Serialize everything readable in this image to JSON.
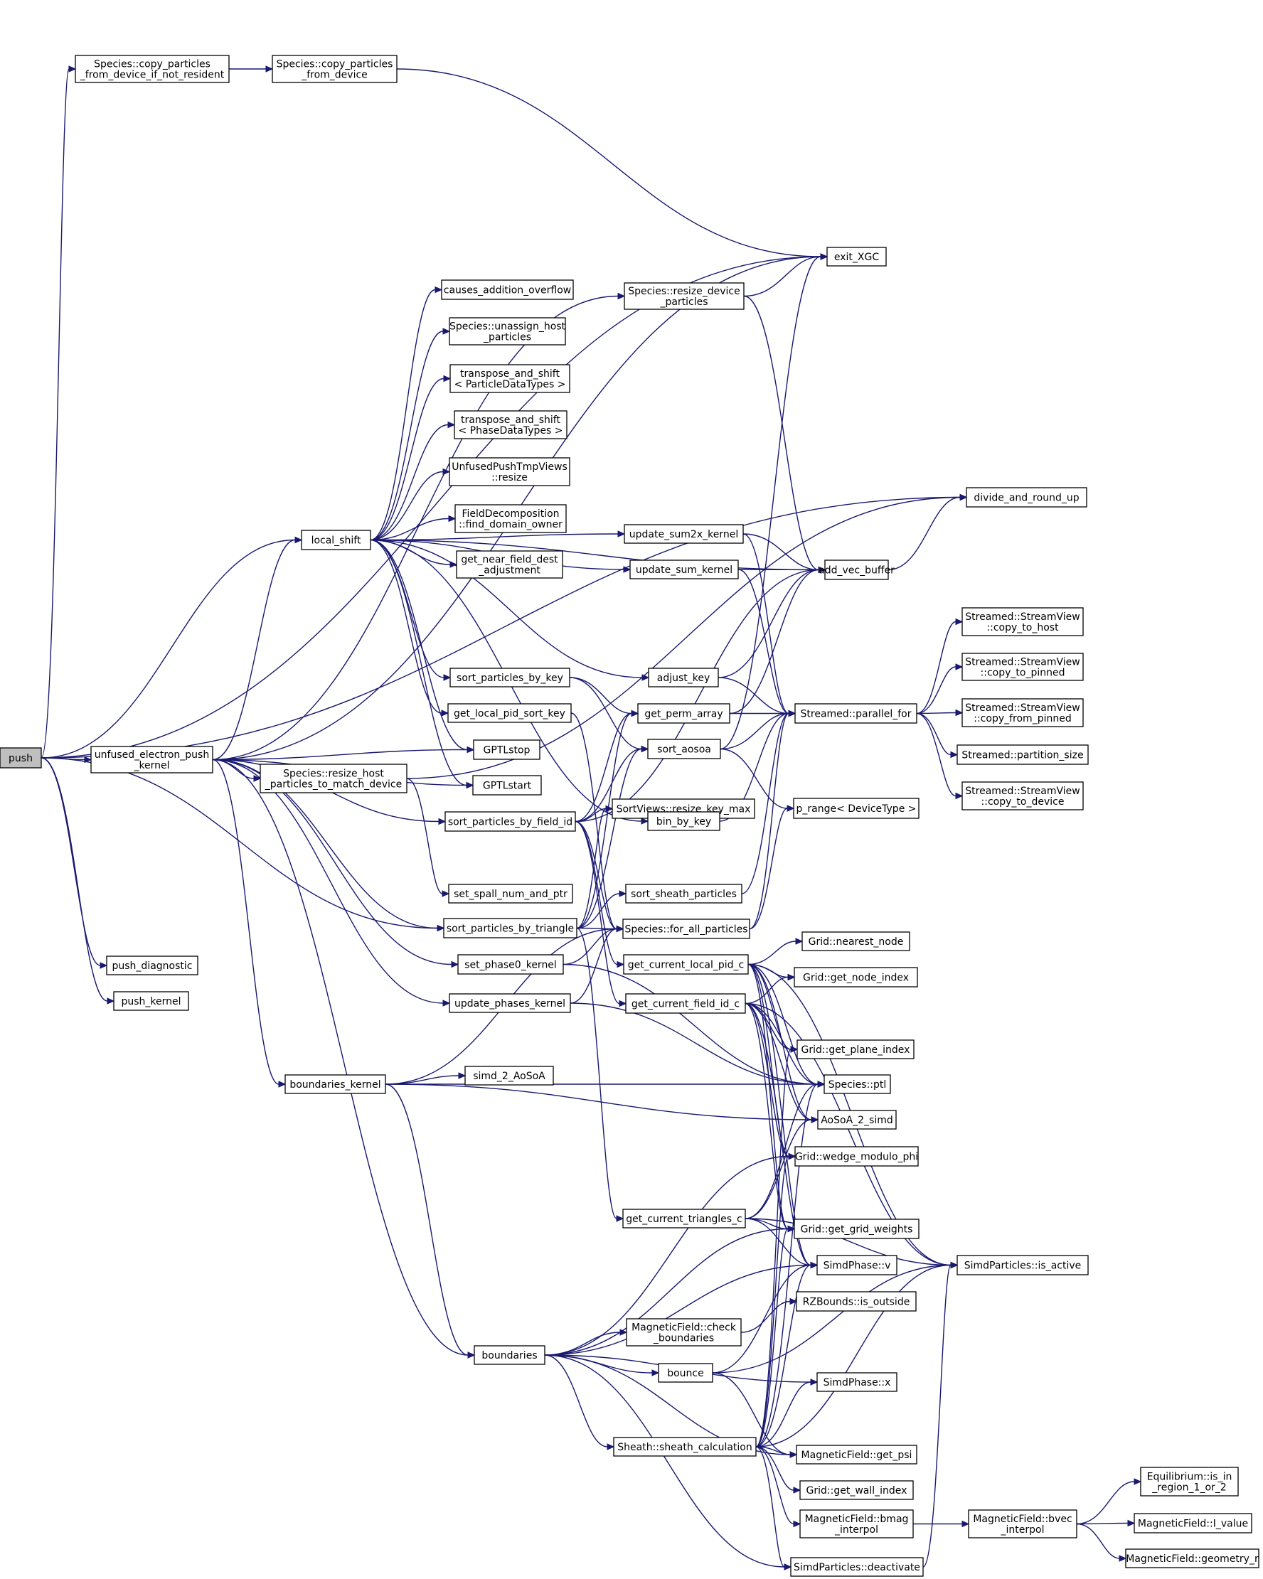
{
  "graph": {
    "kind": "call graph",
    "edge_color": "#191970",
    "root_fill": "#bfbfbf",
    "nodes": [
      {
        "id": "push",
        "label": [
          "push"
        ]
      },
      {
        "id": "unfused",
        "label": [
          "unfused_electron_push",
          "_kernel"
        ]
      },
      {
        "id": "copy_nr",
        "label": [
          "Species::copy_particles",
          "_from_device_if_not_resident"
        ]
      },
      {
        "id": "copy_fd",
        "label": [
          "Species::copy_particles",
          "_from_device"
        ]
      },
      {
        "id": "exit_xgc",
        "label": [
          "exit_XGC"
        ]
      },
      {
        "id": "divide",
        "label": [
          "divide_and_round_up"
        ]
      },
      {
        "id": "resize_dev",
        "label": [
          "Species::resize_device",
          "_particles"
        ]
      },
      {
        "id": "causes",
        "label": [
          "causes_addition_overflow"
        ]
      },
      {
        "id": "unassign",
        "label": [
          "Species::unassign_host",
          "_particles"
        ]
      },
      {
        "id": "tas_pdt",
        "label": [
          "transpose_and_shift",
          "< ParticleDataTypes >"
        ]
      },
      {
        "id": "tas_phdt",
        "label": [
          "transpose_and_shift",
          "< PhaseDataTypes >"
        ]
      },
      {
        "id": "unfused_resize",
        "label": [
          "UnfusedPushTmpViews",
          "::resize"
        ]
      },
      {
        "id": "find_owner",
        "label": [
          "FieldDecomposition",
          "::find_domain_owner"
        ]
      },
      {
        "id": "near_field",
        "label": [
          "get_near_field_dest",
          "_adjustment"
        ]
      },
      {
        "id": "local_shift",
        "label": [
          "local_shift"
        ]
      },
      {
        "id": "upd_sum2x",
        "label": [
          "update_sum2x_kernel"
        ]
      },
      {
        "id": "upd_sum",
        "label": [
          "update_sum_kernel"
        ]
      },
      {
        "id": "add_vec",
        "label": [
          "add_vec_buffer"
        ]
      },
      {
        "id": "sv_host",
        "label": [
          "Streamed::StreamView",
          "::copy_to_host"
        ]
      },
      {
        "id": "sv_pinned",
        "label": [
          "Streamed::StreamView",
          "::copy_to_pinned"
        ]
      },
      {
        "id": "sv_from_pinned",
        "label": [
          "Streamed::StreamView",
          "::copy_from_pinned"
        ]
      },
      {
        "id": "part_size",
        "label": [
          "Streamed::partition_size"
        ]
      },
      {
        "id": "sv_device",
        "label": [
          "Streamed::StreamView",
          "::copy_to_device"
        ]
      },
      {
        "id": "par_for",
        "label": [
          "Streamed::parallel_for"
        ]
      },
      {
        "id": "adjust_key",
        "label": [
          "adjust_key"
        ]
      },
      {
        "id": "sort_by_key",
        "label": [
          "sort_particles_by_key"
        ]
      },
      {
        "id": "local_pid_key",
        "label": [
          "get_local_pid_sort_key"
        ]
      },
      {
        "id": "perm",
        "label": [
          "get_perm_array"
        ]
      },
      {
        "id": "sort_aosoa",
        "label": [
          "sort_aosoa"
        ]
      },
      {
        "id": "gptl_stop",
        "label": [
          "GPTLstop"
        ]
      },
      {
        "id": "gptl_start",
        "label": [
          "GPTLstart"
        ]
      },
      {
        "id": "resize_host",
        "label": [
          "Species::resize_host",
          "_particles_to_match_device"
        ]
      },
      {
        "id": "resize_key",
        "label": [
          "SortViews::resize_key_max"
        ]
      },
      {
        "id": "sort_field",
        "label": [
          "sort_particles_by_field_id"
        ]
      },
      {
        "id": "bin_key",
        "label": [
          "bin_by_key"
        ]
      },
      {
        "id": "p_range",
        "label": [
          "p_range< DeviceType >"
        ]
      },
      {
        "id": "spall",
        "label": [
          "set_spall_num_and_ptr"
        ]
      },
      {
        "id": "sort_sheath",
        "label": [
          "sort_sheath_particles"
        ]
      },
      {
        "id": "sort_tri",
        "label": [
          "sort_particles_by_triangle"
        ]
      },
      {
        "id": "for_all",
        "label": [
          "Species::for_all_particles"
        ]
      },
      {
        "id": "push_diag",
        "label": [
          "push_diagnostic"
        ]
      },
      {
        "id": "push_kernel",
        "label": [
          "push_kernel"
        ]
      },
      {
        "id": "set_phase0",
        "label": [
          "set_phase0_kernel"
        ]
      },
      {
        "id": "cur_local_pid",
        "label": [
          "get_current_local_pid_c"
        ]
      },
      {
        "id": "nearest",
        "label": [
          "Grid::nearest_node"
        ]
      },
      {
        "id": "node_index",
        "label": [
          "Grid::get_node_index"
        ]
      },
      {
        "id": "upd_phases",
        "label": [
          "update_phases_kernel"
        ]
      },
      {
        "id": "cur_field",
        "label": [
          "get_current_field_id_c"
        ]
      },
      {
        "id": "plane_index",
        "label": [
          "Grid::get_plane_index"
        ]
      },
      {
        "id": "bnd_kernel",
        "label": [
          "boundaries_kernel"
        ]
      },
      {
        "id": "simd2aosoa",
        "label": [
          "simd_2_AoSoA"
        ]
      },
      {
        "id": "ptl",
        "label": [
          "Species::ptl"
        ]
      },
      {
        "id": "aosoa2simd",
        "label": [
          "AoSoA_2_simd"
        ]
      },
      {
        "id": "wedge",
        "label": [
          "Grid::wedge_modulo_phi"
        ]
      },
      {
        "id": "cur_tri",
        "label": [
          "get_current_triangles_c"
        ]
      },
      {
        "id": "grid_weights",
        "label": [
          "Grid::get_grid_weights"
        ]
      },
      {
        "id": "simd_v",
        "label": [
          "SimdPhase::v"
        ]
      },
      {
        "id": "is_active",
        "label": [
          "SimdParticles::is_active"
        ]
      },
      {
        "id": "rz_outside",
        "label": [
          "RZBounds::is_outside"
        ]
      },
      {
        "id": "mf_check",
        "label": [
          "MagneticField::check",
          "_boundaries"
        ]
      },
      {
        "id": "boundaries",
        "label": [
          "boundaries"
        ]
      },
      {
        "id": "bounce",
        "label": [
          "bounce"
        ]
      },
      {
        "id": "simd_x",
        "label": [
          "SimdPhase::x"
        ]
      },
      {
        "id": "sheath",
        "label": [
          "Sheath::sheath_calculation"
        ]
      },
      {
        "id": "get_psi",
        "label": [
          "MagneticField::get_psi"
        ]
      },
      {
        "id": "wall_index",
        "label": [
          "Grid::get_wall_index"
        ]
      },
      {
        "id": "bmag",
        "label": [
          "MagneticField::bmag",
          "_interpol"
        ]
      },
      {
        "id": "bvec",
        "label": [
          "MagneticField::bvec",
          "_interpol"
        ]
      },
      {
        "id": "eq_region",
        "label": [
          "Equilibrium::is_in",
          "_region_1_or_2"
        ]
      },
      {
        "id": "i_value",
        "label": [
          "MagneticField::I_value"
        ]
      },
      {
        "id": "geometry_r",
        "label": [
          "MagneticField::geometry_r"
        ]
      },
      {
        "id": "deactivate",
        "label": [
          "SimdParticles::deactivate"
        ]
      }
    ],
    "edges": [
      [
        "push",
        "unfused"
      ],
      [
        "push",
        "copy_nr"
      ],
      [
        "push",
        "exit_xgc"
      ],
      [
        "push",
        "divide"
      ],
      [
        "push",
        "local_shift"
      ],
      [
        "push",
        "sort_tri"
      ],
      [
        "push",
        "push_diag"
      ],
      [
        "push",
        "push_kernel"
      ],
      [
        "copy_nr",
        "copy_fd"
      ],
      [
        "copy_fd",
        "exit_xgc"
      ],
      [
        "unfused",
        "local_shift"
      ],
      [
        "unfused",
        "exit_xgc"
      ],
      [
        "unfused",
        "resize_dev"
      ],
      [
        "unfused",
        "gptl_stop"
      ],
      [
        "unfused",
        "gptl_start"
      ],
      [
        "unfused",
        "resize_host"
      ],
      [
        "unfused",
        "sort_field"
      ],
      [
        "unfused",
        "sort_tri"
      ],
      [
        "unfused",
        "set_phase0"
      ],
      [
        "unfused",
        "upd_phases"
      ],
      [
        "unfused",
        "bnd_kernel"
      ],
      [
        "unfused",
        "boundaries"
      ],
      [
        "local_shift",
        "causes"
      ],
      [
        "local_shift",
        "unassign"
      ],
      [
        "local_shift",
        "tas_pdt"
      ],
      [
        "local_shift",
        "tas_phdt"
      ],
      [
        "local_shift",
        "unfused_resize"
      ],
      [
        "local_shift",
        "find_owner"
      ],
      [
        "local_shift",
        "near_field"
      ],
      [
        "local_shift",
        "upd_sum2x"
      ],
      [
        "local_shift",
        "upd_sum"
      ],
      [
        "local_shift",
        "add_vec"
      ],
      [
        "local_shift",
        "adjust_key"
      ],
      [
        "local_shift",
        "sort_by_key"
      ],
      [
        "local_shift",
        "local_pid_key"
      ],
      [
        "local_shift",
        "gptl_stop"
      ],
      [
        "local_shift",
        "gptl_start"
      ],
      [
        "local_shift",
        "bin_key"
      ],
      [
        "resize_dev",
        "exit_xgc"
      ],
      [
        "resize_dev",
        "add_vec"
      ],
      [
        "upd_sum2x",
        "add_vec"
      ],
      [
        "upd_sum2x",
        "par_for"
      ],
      [
        "upd_sum",
        "add_vec"
      ],
      [
        "upd_sum",
        "par_for"
      ],
      [
        "add_vec",
        "divide"
      ],
      [
        "par_for",
        "sv_host"
      ],
      [
        "par_for",
        "sv_pinned"
      ],
      [
        "par_for",
        "sv_from_pinned"
      ],
      [
        "par_for",
        "part_size"
      ],
      [
        "par_for",
        "sv_device"
      ],
      [
        "adjust_key",
        "add_vec"
      ],
      [
        "adjust_key",
        "par_for"
      ],
      [
        "sort_by_key",
        "perm"
      ],
      [
        "sort_by_key",
        "sort_aosoa"
      ],
      [
        "local_pid_key",
        "for_all"
      ],
      [
        "perm",
        "add_vec"
      ],
      [
        "perm",
        "par_for"
      ],
      [
        "sort_aosoa",
        "exit_xgc"
      ],
      [
        "sort_aosoa",
        "par_for"
      ],
      [
        "sort_aosoa",
        "p_range"
      ],
      [
        "resize_host",
        "divide"
      ],
      [
        "resize_host",
        "spall"
      ],
      [
        "sort_field",
        "perm"
      ],
      [
        "sort_field",
        "sort_aosoa"
      ],
      [
        "sort_field",
        "resize_key"
      ],
      [
        "sort_field",
        "add_vec"
      ],
      [
        "sort_field",
        "for_all"
      ],
      [
        "sort_field",
        "cur_field"
      ],
      [
        "sort_field",
        "cur_local_pid"
      ],
      [
        "bin_key",
        "par_for"
      ],
      [
        "sort_sheath",
        "par_for"
      ],
      [
        "sort_tri",
        "perm"
      ],
      [
        "sort_tri",
        "sort_aosoa"
      ],
      [
        "sort_tri",
        "resize_key"
      ],
      [
        "sort_tri",
        "sort_sheath"
      ],
      [
        "sort_tri",
        "for_all"
      ],
      [
        "sort_tri",
        "cur_tri"
      ],
      [
        "for_all",
        "par_for"
      ],
      [
        "for_all",
        "p_range"
      ],
      [
        "set_phase0",
        "for_all"
      ],
      [
        "set_phase0",
        "ptl"
      ],
      [
        "upd_phases",
        "for_all"
      ],
      [
        "upd_phases",
        "ptl"
      ],
      [
        "cur_local_pid",
        "nearest"
      ],
      [
        "cur_local_pid",
        "node_index"
      ],
      [
        "cur_local_pid",
        "plane_index"
      ],
      [
        "cur_local_pid",
        "ptl"
      ],
      [
        "cur_local_pid",
        "aosoa2simd"
      ],
      [
        "cur_local_pid",
        "wedge"
      ],
      [
        "cur_local_pid",
        "grid_weights"
      ],
      [
        "cur_local_pid",
        "simd_v"
      ],
      [
        "cur_local_pid",
        "is_active"
      ],
      [
        "cur_field",
        "node_index"
      ],
      [
        "cur_field",
        "plane_index"
      ],
      [
        "cur_field",
        "ptl"
      ],
      [
        "cur_field",
        "aosoa2simd"
      ],
      [
        "cur_field",
        "wedge"
      ],
      [
        "cur_field",
        "grid_weights"
      ],
      [
        "cur_field",
        "simd_v"
      ],
      [
        "cur_field",
        "is_active"
      ],
      [
        "bnd_kernel",
        "for_all"
      ],
      [
        "bnd_kernel",
        "simd2aosoa"
      ],
      [
        "bnd_kernel",
        "ptl"
      ],
      [
        "bnd_kernel",
        "aosoa2simd"
      ],
      [
        "bnd_kernel",
        "boundaries"
      ],
      [
        "cur_tri",
        "ptl"
      ],
      [
        "cur_tri",
        "aosoa2simd"
      ],
      [
        "cur_tri",
        "grid_weights"
      ],
      [
        "cur_tri",
        "simd_v"
      ],
      [
        "cur_tri",
        "is_active"
      ],
      [
        "mf_check",
        "rz_outside"
      ],
      [
        "boundaries",
        "wedge"
      ],
      [
        "boundaries",
        "grid_weights"
      ],
      [
        "boundaries",
        "simd_v"
      ],
      [
        "boundaries",
        "mf_check"
      ],
      [
        "boundaries",
        "bounce"
      ],
      [
        "boundaries",
        "simd_x"
      ],
      [
        "boundaries",
        "sheath"
      ],
      [
        "boundaries",
        "get_psi"
      ],
      [
        "boundaries",
        "deactivate"
      ],
      [
        "bounce",
        "simd_v"
      ],
      [
        "bounce",
        "is_active"
      ],
      [
        "bounce",
        "get_psi"
      ],
      [
        "sheath",
        "ptl"
      ],
      [
        "sheath",
        "plane_index"
      ],
      [
        "sheath",
        "wedge"
      ],
      [
        "sheath",
        "grid_weights"
      ],
      [
        "sheath",
        "simd_v"
      ],
      [
        "sheath",
        "simd_x"
      ],
      [
        "sheath",
        "is_active"
      ],
      [
        "sheath",
        "get_psi"
      ],
      [
        "sheath",
        "wall_index"
      ],
      [
        "sheath",
        "bmag"
      ],
      [
        "sheath",
        "deactivate"
      ],
      [
        "bmag",
        "bvec"
      ],
      [
        "bvec",
        "eq_region"
      ],
      [
        "bvec",
        "i_value"
      ],
      [
        "bvec",
        "geometry_r"
      ],
      [
        "deactivate",
        "is_active"
      ]
    ]
  }
}
